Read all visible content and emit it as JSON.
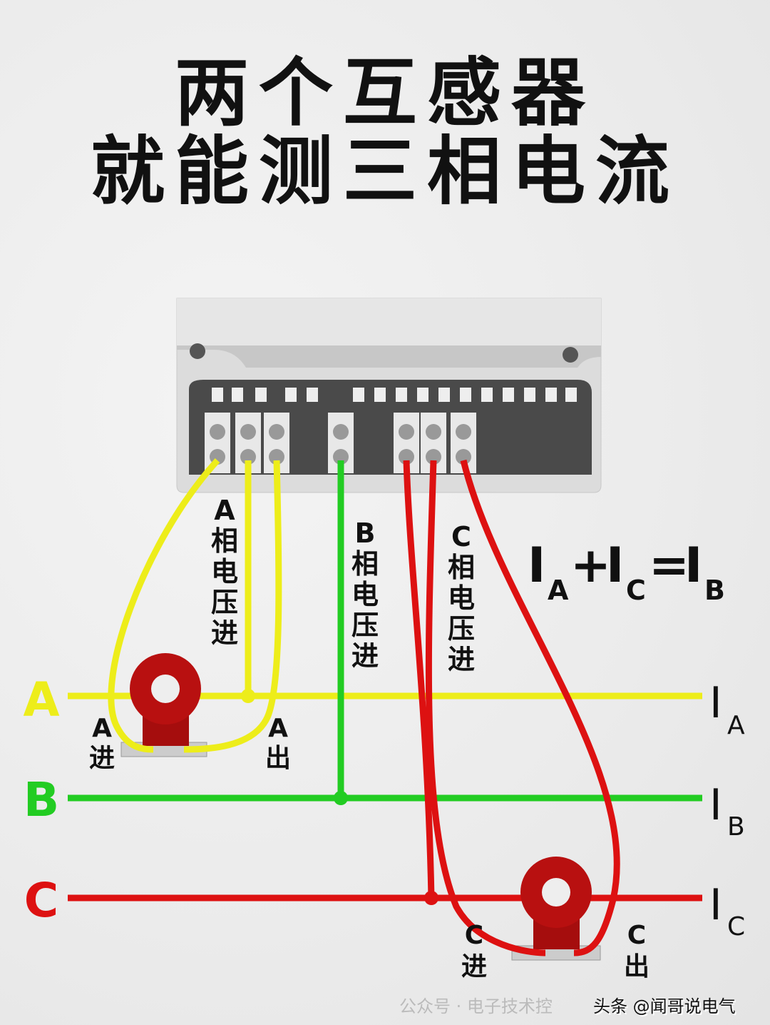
{
  "title": {
    "line1": "两个互感器",
    "line2": "就能测三相电流"
  },
  "phases": {
    "A": {
      "label": "A",
      "current": "I",
      "sub": "A",
      "color": "#f0f000"
    },
    "B": {
      "label": "B",
      "current": "I",
      "sub": "B",
      "color": "#22cc22"
    },
    "C": {
      "label": "C",
      "current": "I",
      "sub": "C",
      "color": "#dd1111"
    }
  },
  "voltage_labels": {
    "A": [
      "A",
      "相",
      "电",
      "压",
      "进"
    ],
    "B": [
      "B",
      "相",
      "电",
      "压",
      "进"
    ],
    "C": [
      "C",
      "相",
      "电",
      "压",
      "进"
    ]
  },
  "ct_labels": {
    "a_in": [
      "A",
      "进"
    ],
    "a_out": [
      "A",
      "出"
    ],
    "c_in": [
      "C",
      "进"
    ],
    "c_out": [
      "C",
      "出"
    ]
  },
  "formula": {
    "i1": "I",
    "s1": "A",
    "plus": "+",
    "i2": "I",
    "s2": "C",
    "eq": "=",
    "i3": "I",
    "s3": "B"
  },
  "watermark": {
    "faint": "公众号 · 电子技术控",
    "main": "头条 @闻哥说电气"
  }
}
